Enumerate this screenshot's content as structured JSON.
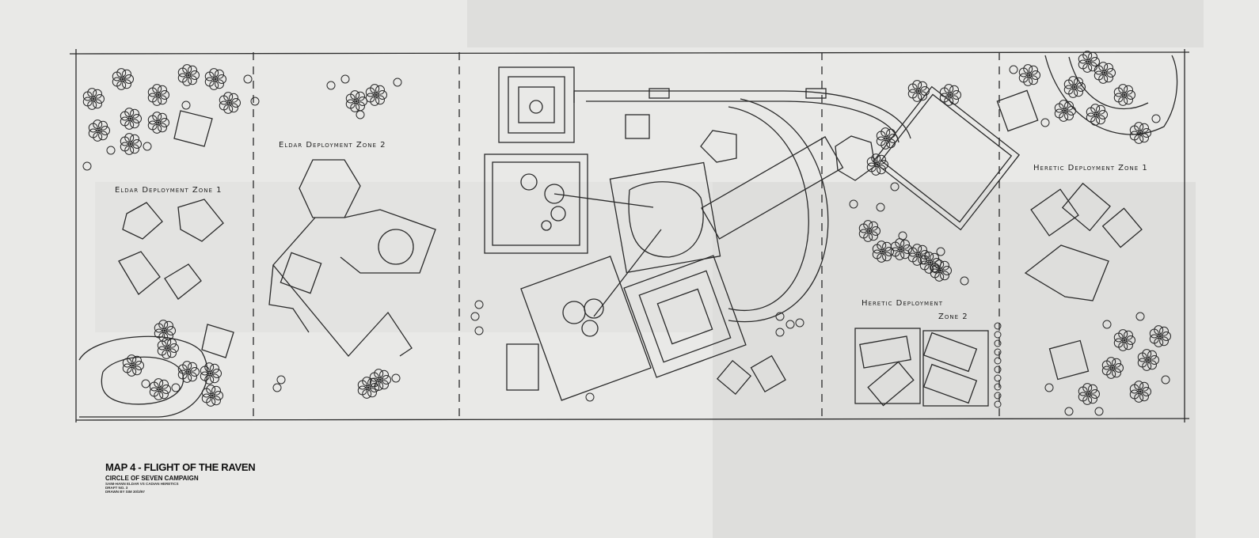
{
  "map": {
    "zones": [
      {
        "id": "eldar-1",
        "label": "Eldar Deployment Zone 1"
      },
      {
        "id": "eldar-2",
        "label": "Eldar Deployment Zone 2"
      },
      {
        "id": "heretic-1",
        "label": "Heretic Deployment Zone 1"
      },
      {
        "id": "heretic-2a",
        "label": "Heretic Deployment"
      },
      {
        "id": "heretic-2b",
        "label": "Zone 2"
      }
    ]
  },
  "title_block": {
    "title": "MAP 4 - FLIGHT OF THE RAVEN",
    "subtitle": "CIRCLE OF SEVEN CAMPAIGN",
    "line1": "SAIM-HANN ELDAR VS CADIAN HERETICS",
    "line2": "DRAFT NO. 3",
    "line3": "DRAWN BY SIM 30/3/97"
  },
  "colors": {
    "paper": "#e9e9e7",
    "ink": "#222222"
  }
}
